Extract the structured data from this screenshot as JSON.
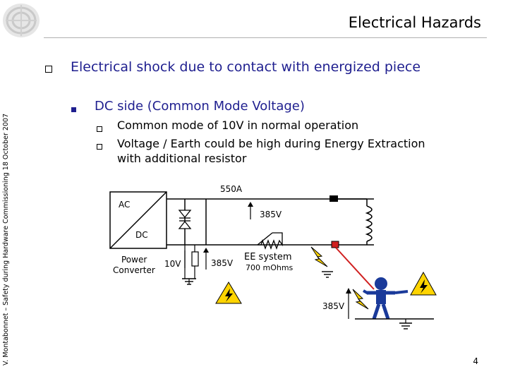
{
  "slide": {
    "title": "Electrical Hazards",
    "side_text": "V. Montabonnet – Safety during Hardware Commissioning 18 October 2007",
    "page_number": "4"
  },
  "bullets": {
    "level1": "Electrical shock due to contact with energized piece",
    "level2": "DC side (Common Mode Voltage)",
    "level3": [
      "Common mode of 10V in normal operation",
      "Voltage / Earth could be high during Energy Extraction",
      "with additional resistor"
    ]
  },
  "diagram": {
    "label_550a": "550A",
    "label_ac": "AC",
    "label_dc": "DC",
    "label_385v_top": "385V",
    "label_power": "Power",
    "label_converter": "Converter",
    "label_10v": "10V",
    "label_385v_mid": "385V",
    "label_ee_system": "EE system",
    "label_700mohms": "700 mOhms",
    "label_385v_person": "385V"
  },
  "colors": {
    "accent_blue": "#1f1f8f",
    "danger_yellow": "#ffd400",
    "person_blue": "#1a3a9a",
    "wire_red": "#d02020"
  }
}
